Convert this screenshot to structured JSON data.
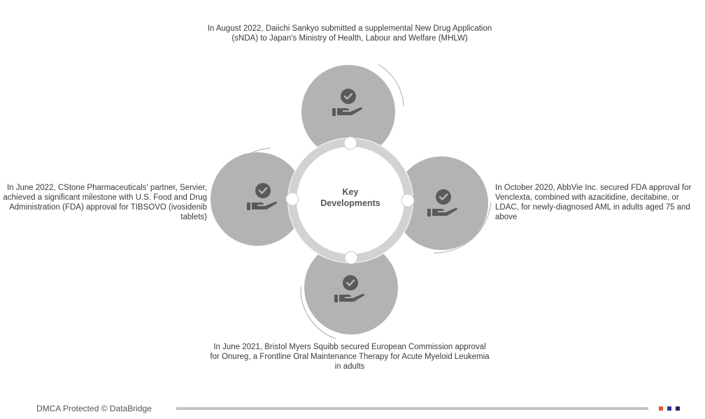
{
  "center": {
    "line1": "Key",
    "line2": "Developments"
  },
  "developments": [
    {
      "position": "top",
      "text": "In August 2022, Daiichi Sankyo submitted a supplemental New Drug Application (sNDA) to Japan's Ministry of Health, Labour and Welfare (MHLW)",
      "icon": "hand-check-icon"
    },
    {
      "position": "right",
      "text": "In October 2020, AbbVie Inc. secured FDA approval for Venclexta, combined with azacitidine, decitabine, or LDAC, for newly-diagnosed AML in adults aged 75 and above",
      "icon": "hand-check-icon"
    },
    {
      "position": "bottom",
      "text": "In June 2021, Bristol Myers Squibb secured European Commission approval for Onureg, a Frontline Oral Maintenance Therapy for Acute Myeloid Leukemia in adults",
      "icon": "hand-check-icon"
    },
    {
      "position": "left",
      "text": "In June 2022, CStone Pharmaceuticals' partner, Servier, achieved a significant milestone with U.S. Food and Drug Administration (FDA) approval for TIBSOVO (ivosidenib tablets)",
      "icon": "hand-check-icon"
    }
  ],
  "footer": {
    "text": "DMCA Protected © DataBridge",
    "colors": [
      "#e8562a",
      "#2c3a8c",
      "#1f2a6b"
    ]
  },
  "colors": {
    "circle": "#b3b3b3",
    "ring": "#d2d2d2",
    "icon": "#5a5a5a"
  }
}
